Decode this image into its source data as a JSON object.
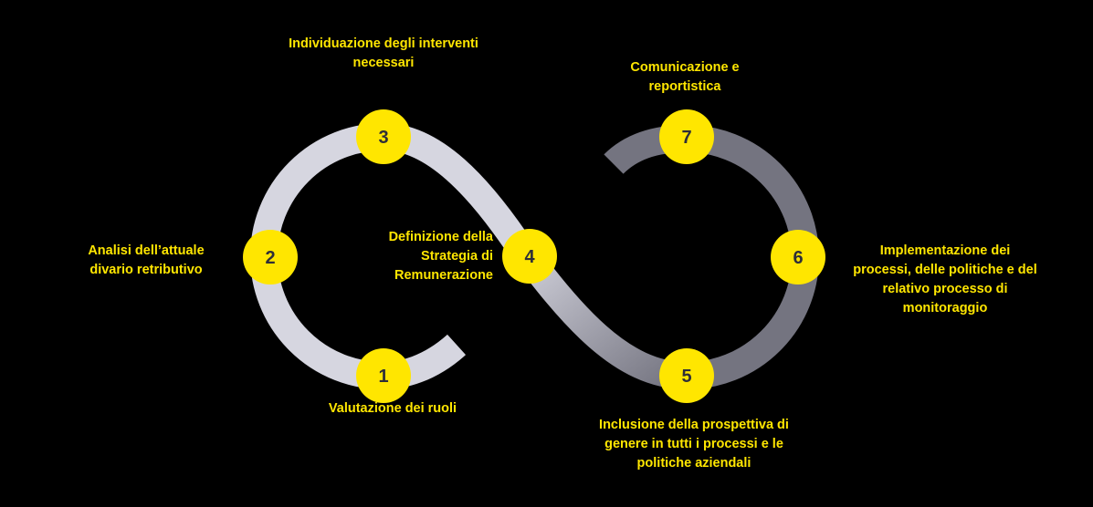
{
  "colors": {
    "background": "#000000",
    "node_fill": "#ffe600",
    "node_text": "#2e2e38",
    "label_text": "#ffe600",
    "loop_left": "#d6d6e0",
    "loop_right": "#747480"
  },
  "steps": [
    {
      "number": "1",
      "label": "Valutazione dei ruoli"
    },
    {
      "number": "2",
      "label": "Analisi dell’attuale\ndivario retributivo"
    },
    {
      "number": "3",
      "label": "Individuazione degli interventi\nnecessari"
    },
    {
      "number": "4",
      "label": "Definizione della\nStrategia di\nRemunerazione"
    },
    {
      "number": "5",
      "label": "Inclusione della prospettiva di\ngenere in tutti i processi e le\npolitiche aziendali"
    },
    {
      "number": "6",
      "label": "Implementazione dei\nprocessi, delle politiche e del\nrelativo processo di\nmonitoraggio"
    },
    {
      "number": "7",
      "label": "Comunicazione e\nreportistica"
    }
  ]
}
